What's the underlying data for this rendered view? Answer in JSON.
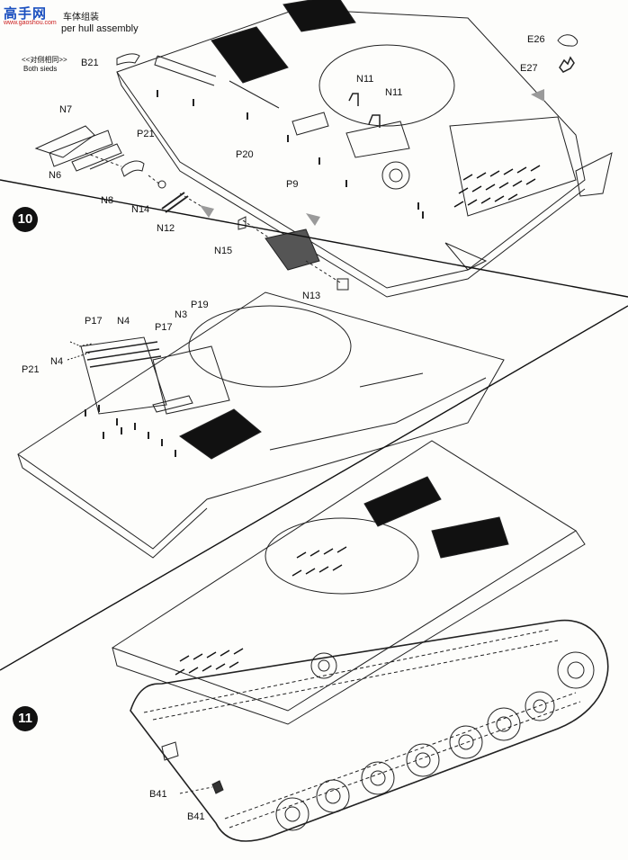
{
  "watermark": {
    "logo_text": "高手网",
    "url": "www.gaoshou.com",
    "chinese_title": "车体组装"
  },
  "header": {
    "title": "per hull assembly",
    "sub_chinese": "<<对侧相同>>",
    "sub_english": "Both sieds"
  },
  "steps": [
    {
      "number": "10"
    },
    {
      "number": "11"
    }
  ],
  "part_labels": {
    "b21_top": "B21",
    "e26": "E26",
    "e27": "E27",
    "n11_a": "N11",
    "n11_b": "N11",
    "n7": "N7",
    "p21_top": "P21",
    "n6": "N6",
    "n8": "N8",
    "p20": "P20",
    "p9": "P9",
    "n14": "N14",
    "n12": "N12",
    "n15": "N15",
    "n13": "N13",
    "p19": "P19",
    "n3": "N3",
    "p17_a": "P17",
    "n4_a": "N4",
    "p17_b": "P17",
    "n4_b": "N4",
    "p21_mid": "P21",
    "b41_a": "B41",
    "b41_b": "B41"
  },
  "colors": {
    "ink": "#111111",
    "paper": "#fdfdfb",
    "arrow_gray": "#9a9a9a",
    "logo_blue": "#1a4fbf",
    "logo_red": "#cc2020"
  }
}
